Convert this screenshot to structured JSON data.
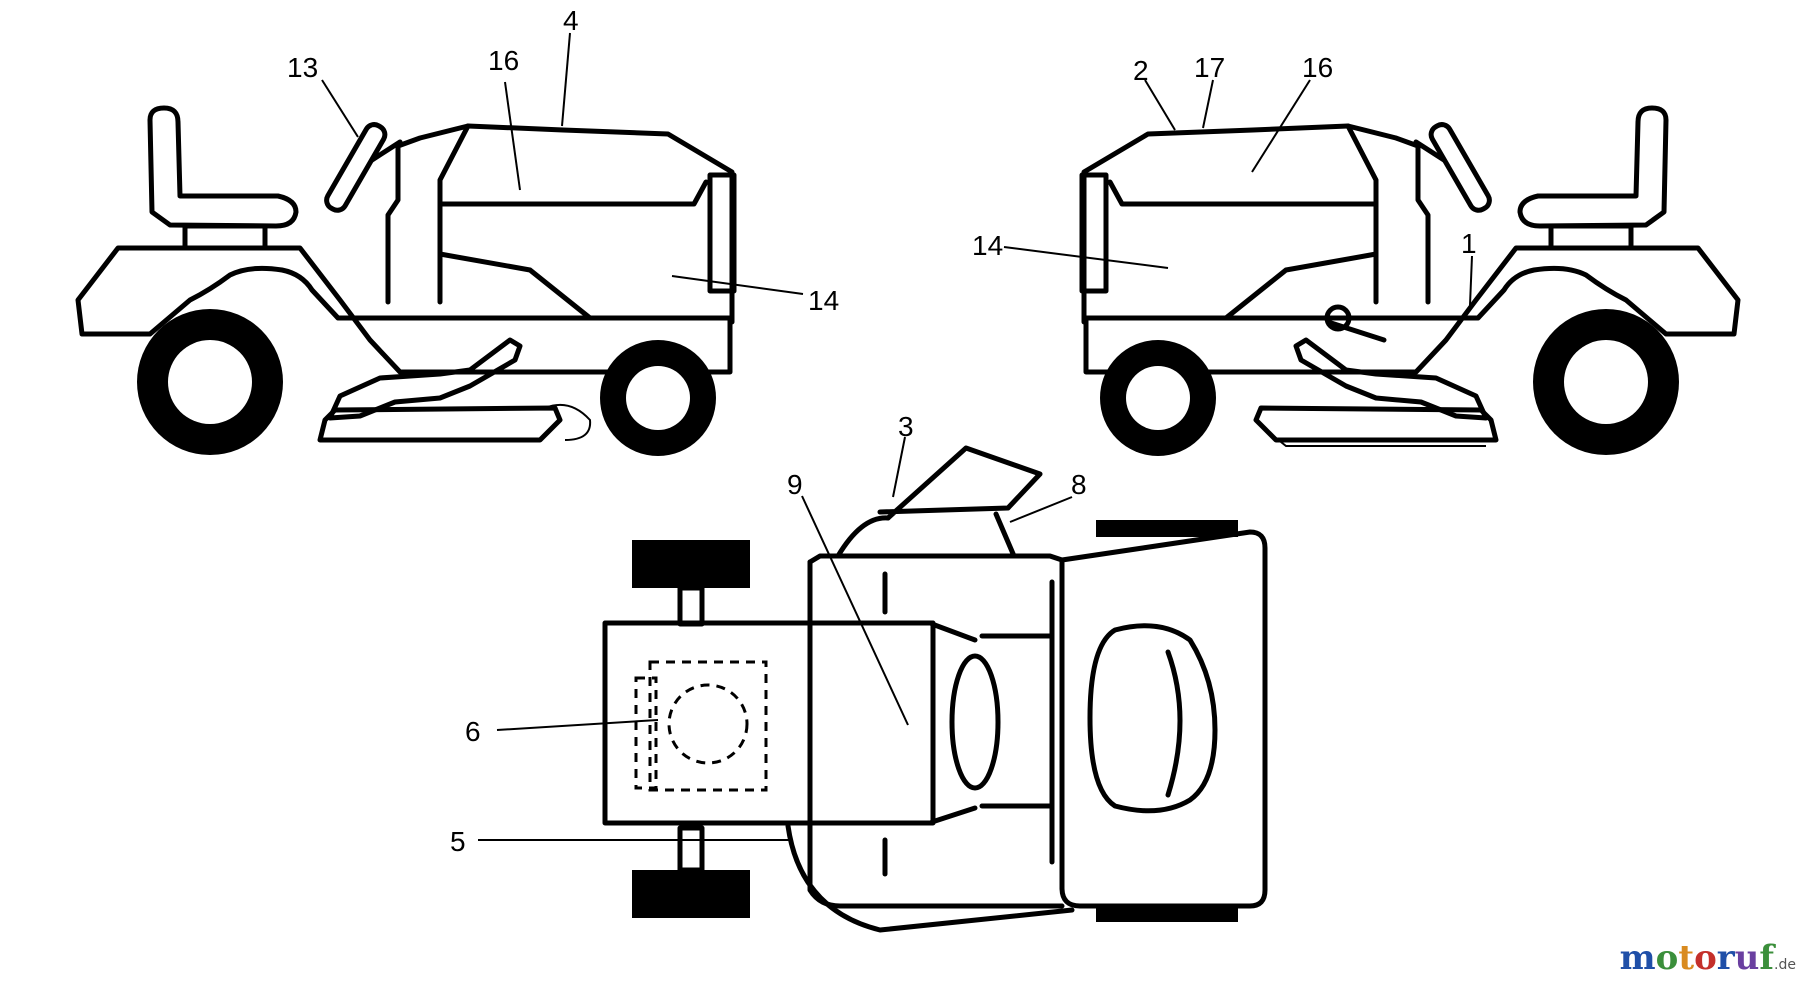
{
  "callouts": {
    "c1": "1",
    "c2": "2",
    "c3": "3",
    "c4": "4",
    "c5": "5",
    "c6": "6",
    "c8": "8",
    "c9": "9",
    "c13": "13",
    "c14a": "14",
    "c14b": "14",
    "c16a": "16",
    "c16b": "16",
    "c17": "17"
  },
  "watermark": {
    "text": "motoruf",
    "suffix": ".de",
    "colors": [
      "#1f4fa8",
      "#3b8f3b",
      "#d98b1f",
      "#c4302b",
      "#1f4fa8",
      "#6a3fa0",
      "#3b8f3b"
    ]
  }
}
